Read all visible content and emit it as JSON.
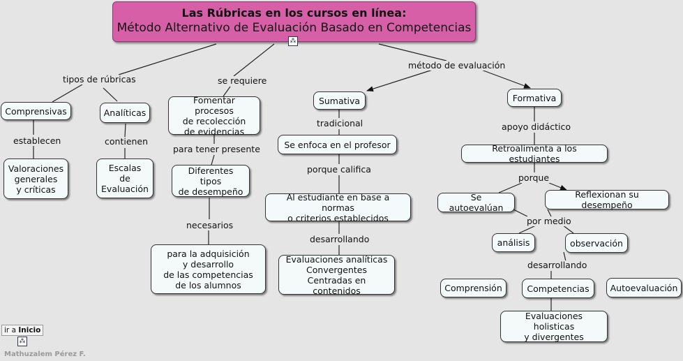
{
  "title": {
    "line1": "Las Rúbricas en los cursos en línea:",
    "line2": "Método Alternativo de Evaluación Basado en Competencias"
  },
  "concepts": {
    "comprensivas": "Comprensivas",
    "analiticas": "Analíticas",
    "valoraciones": "Valoraciones\ngenerales\ny críticas",
    "escalas": "Escalas\nde\nEvaluación",
    "fomentar": "Fomentar procesos\nde recolección\nde evidencias",
    "diferentes": "Diferentes tipos\nde desempeño",
    "adquisicion": "para la adquisición\ny desarrollo\nde las competencias\nde los alumnos",
    "sumativa": "Sumativa",
    "enfoca": "Se enfoca en el profesor",
    "estudiante": "Al estudiante en base a normas\no criterios establecidos",
    "eval_analiticas": "Evaluaciones analíticas\nConvergentes\nCentradas en contenidos",
    "formativa": "Formativa",
    "retroalimenta": "Retroalimenta a los estudiantes",
    "autoevaluan": "Se autoevalúan",
    "reflexionan": "Reflexionan su desempeño",
    "analisis": "análisis",
    "observacion": "observación",
    "comprension": "Comprensión",
    "competencias": "Competencias",
    "autoevaluacion": "Autoevaluación",
    "holisticas": "Evaluaciones holisticas\ny divergentes"
  },
  "phrases": {
    "tipos": "tipos de rúbricas",
    "requiere": "se requiere",
    "metodo": "método de evaluación",
    "establecen": "establecen",
    "contienen": "contienen",
    "tener_presente": "para tener presente",
    "necesarios": "necesarios",
    "tradicional": "tradicional",
    "califica": "porque califica",
    "desarrollando_s": "desarrollando",
    "apoyo": "apoyo didáctico",
    "porque": "porque",
    "por_medio": "por medio",
    "desarrollando_f": "desarrollando"
  },
  "footer": {
    "home_prefix": "ir a ",
    "home_label": "Inicio",
    "author": "Mathuzalem Pérez F."
  },
  "colors": {
    "title_bg": "#d65fa8",
    "node_bg": "#f4faf9",
    "canvas_bg": "#e5e5e5"
  },
  "icons": [
    "concept-map-icon"
  ]
}
